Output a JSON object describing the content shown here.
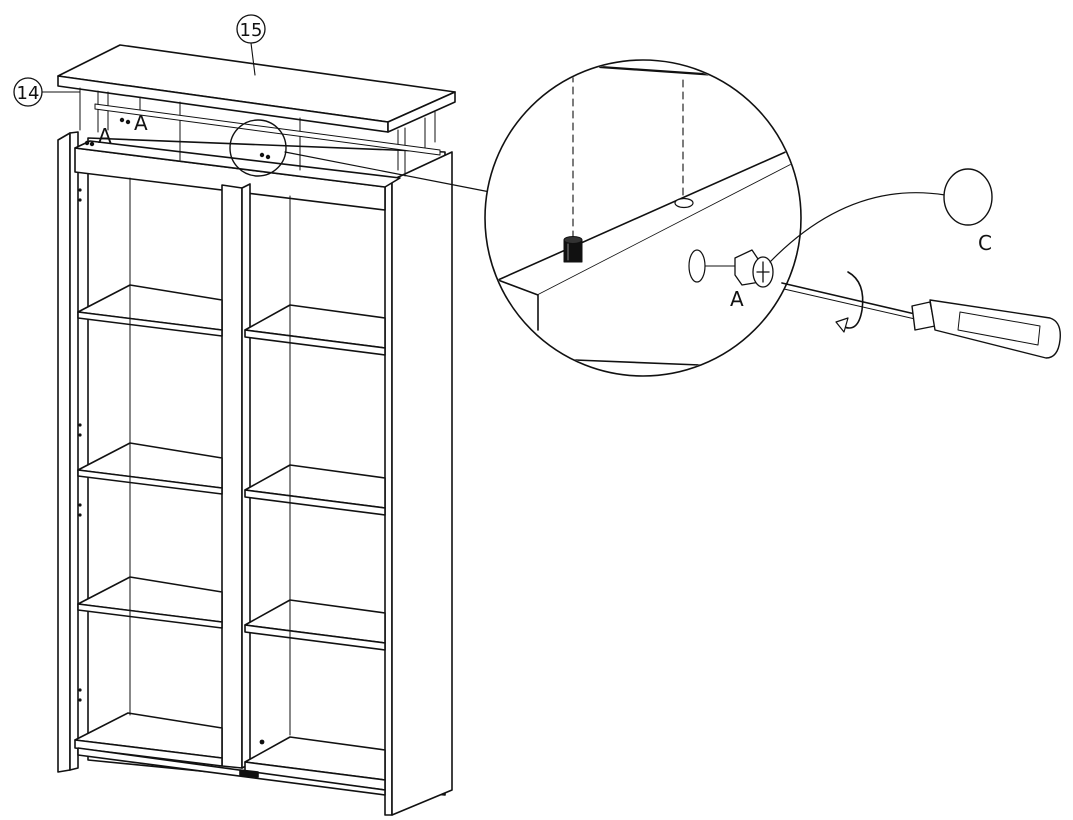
{
  "parts": {
    "top_panel": "15",
    "dowel_group": "14"
  },
  "fittings": {
    "cam_label": "A",
    "tool_label": "C"
  },
  "colors": {
    "line": "#111111",
    "fill": "#ffffff"
  }
}
